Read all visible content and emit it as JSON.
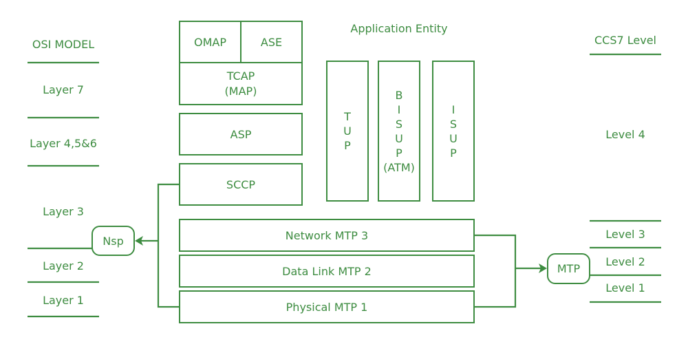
{
  "colors": {
    "line": "#3d8c40",
    "text": "#3d8c40",
    "background": "#ffffff"
  },
  "osi": {
    "header": "OSI MODEL",
    "layers": [
      "Layer 7",
      "Layer 4,5&6",
      "Layer 3",
      "Layer 2",
      "Layer 1"
    ]
  },
  "ccs7": {
    "header": "CCS7 Level",
    "levels": [
      "Level 4",
      "Level 3",
      "Level 2",
      "Level 1"
    ]
  },
  "application_entity": {
    "label": "Application Entity",
    "blocks": {
      "omap": "OMAP",
      "ase": "ASE",
      "tcap": "TCAP",
      "tcap_sub": "(MAP)",
      "asp": "ASP",
      "sccp": "SCCP"
    },
    "user_parts": [
      {
        "letters": [
          "T",
          "U",
          "P"
        ],
        "suffix": ""
      },
      {
        "letters": [
          "B",
          "I",
          "S",
          "U",
          "P"
        ],
        "suffix": "(ATM)"
      },
      {
        "letters": [
          "I",
          "S",
          "U",
          "P"
        ],
        "suffix": ""
      }
    ]
  },
  "mtp_layers": [
    "Network MTP 3",
    "Data Link MTP 2",
    "Physical MTP 1"
  ],
  "nodes": {
    "nsp": "Nsp",
    "mtp": "MTP"
  }
}
